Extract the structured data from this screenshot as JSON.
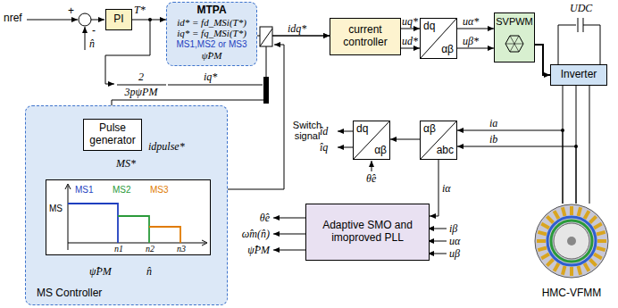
{
  "diagram": {
    "nodes": [
      {
        "text": [
          "PI"
        ]
      },
      {
        "text": [
          "MTPA",
          "id* = fd_MSi(T*)",
          "iq* = fq_MSi(T*)",
          "MS1,MS2 or MS3",
          "ψ̂PM"
        ]
      },
      {
        "text": [
          "current controller"
        ]
      },
      {
        "text": [
          "dq",
          "αβ"
        ]
      },
      {
        "text": [
          "SVPWM"
        ]
      },
      {
        "text": [
          "Inverter"
        ]
      },
      {
        "text": [
          "dq",
          "αβ"
        ]
      },
      {
        "text": [
          "αβ",
          "abc"
        ]
      },
      {
        "text": [
          "Adaptive SMO and imoproved PLL"
        ]
      },
      {
        "text": [
          "HMC-VFMM"
        ]
      },
      {
        "text": [
          "MS Controller"
        ]
      },
      {
        "text": [
          "Pulse generator"
        ],
        "in": 10
      },
      {
        "text": [
          "MS",
          "MS1",
          "MS2",
          "MS3",
          "n1",
          "n2",
          "n3"
        ],
        "in": 10
      }
    ],
    "edges": [
      {
        "from": 0,
        "to": 1,
        "arrow": "to",
        "label": "T*"
      },
      {
        "from": 1,
        "to": 2,
        "arrow": "to"
      },
      {
        "from": 11,
        "to": 2,
        "arrow": "to"
      },
      {
        "from": 2,
        "to": 3,
        "arrow": "to"
      },
      {
        "from": 3,
        "to": 4,
        "arrow": "to"
      },
      {
        "from": 4,
        "to": 5,
        "arrow": "to"
      },
      {
        "from": 5,
        "to": 9,
        "arrow": "none"
      },
      {
        "from": 9,
        "to": 7,
        "arrow": "to"
      },
      {
        "from": 7,
        "to": 6,
        "arrow": "to"
      },
      {
        "from": 7,
        "to": 8,
        "arrow": "to"
      },
      {
        "from": 12,
        "to": 11,
        "arrow": "to",
        "label": "MS*"
      }
    ],
    "labels": [
      "nref",
      "+",
      "-",
      "n̂",
      "2",
      "3pψPM",
      "iq*",
      "idq*",
      "uq*",
      "ud*",
      "uα*",
      "uβ*",
      "UDC",
      "ia",
      "ib",
      "iα",
      "iβ",
      "uα",
      "uβ",
      "îd",
      "îq",
      "θ̂e",
      "θ̂e",
      "ω̂m(n̂)",
      "ψ̂PM",
      "Switch signal",
      "idpulse*",
      "ψ̂PM",
      "n̂"
    ]
  }
}
